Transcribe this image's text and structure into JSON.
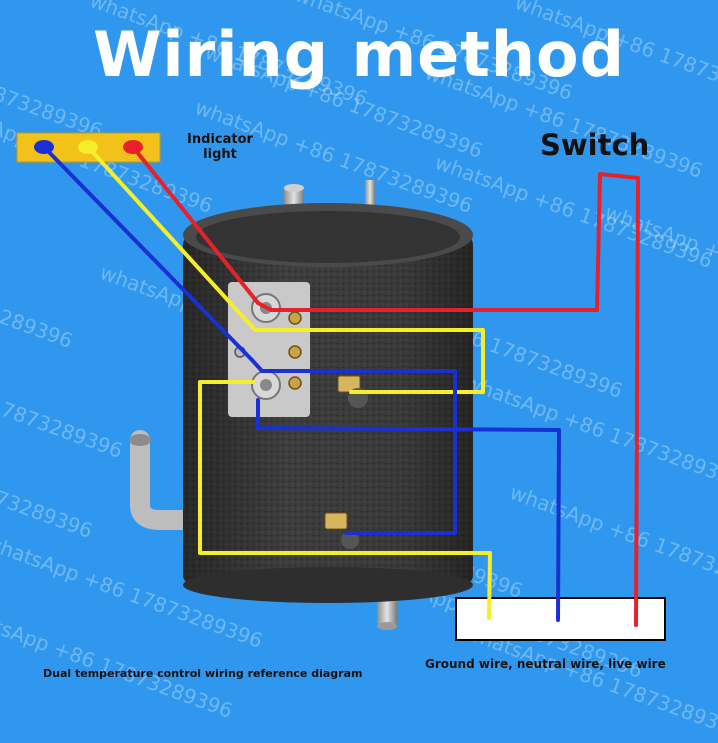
{
  "title": "Wiring method",
  "watermark": "whatsApp +86 17873289396",
  "labels": {
    "indicator": "Indicator\nlight",
    "switch": "Switch",
    "caption": "Dual temperature control wiring reference diagram",
    "terminals": "Ground wire, neutral wire, live wire"
  },
  "colors": {
    "background": "#2f98ee",
    "wire_red": "#e8202a",
    "wire_yellow": "#f4ef2a",
    "wire_blue": "#1a2fd6",
    "indicator_bar": "#f3c21a",
    "foam": "#3d3d3d"
  },
  "indicator_lights": [
    "blue",
    "yellow",
    "red"
  ]
}
